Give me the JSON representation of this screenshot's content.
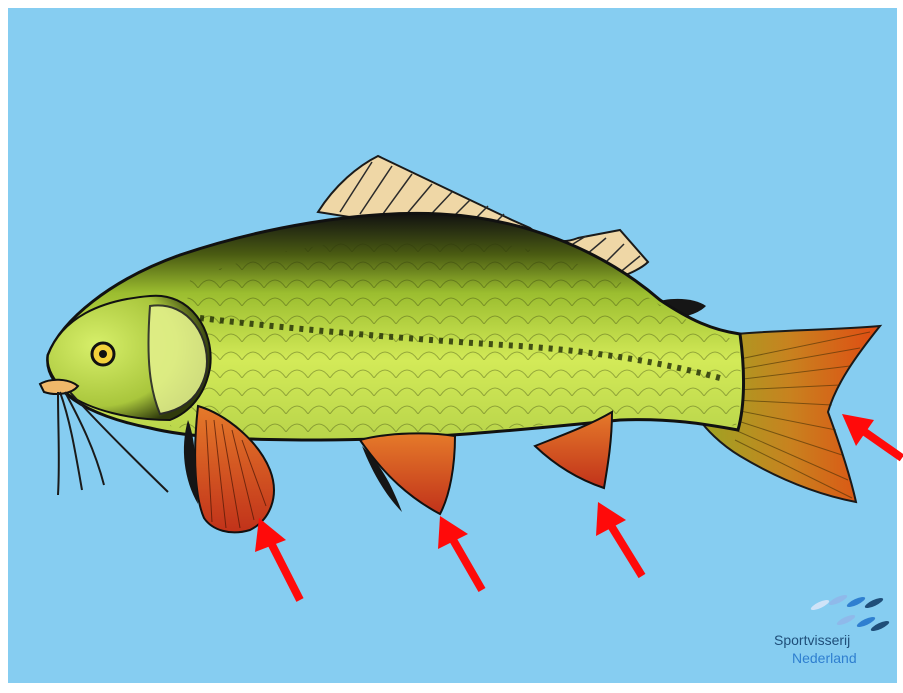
{
  "colors": {
    "background": "#86cdf1",
    "body_light": "#c8e24a",
    "body_mid": "#a6c43a",
    "body_dark": "#111111",
    "fin_orange": "#e0641c",
    "fin_red": "#c2361a",
    "fin_cream": "#efd7a6",
    "arrow": "#ff0a0a",
    "logo_dark": "#1f4e79",
    "logo_light": "#2f7fd0"
  },
  "illustration": {
    "subject": "carp",
    "arrow_targets": [
      "pectoral-fin",
      "pelvic-fin",
      "anal-fin",
      "tail-fin"
    ]
  },
  "logo": {
    "line1": "Sportvisserij",
    "line2": "Nederland",
    "icon": "fish-school-icon"
  }
}
